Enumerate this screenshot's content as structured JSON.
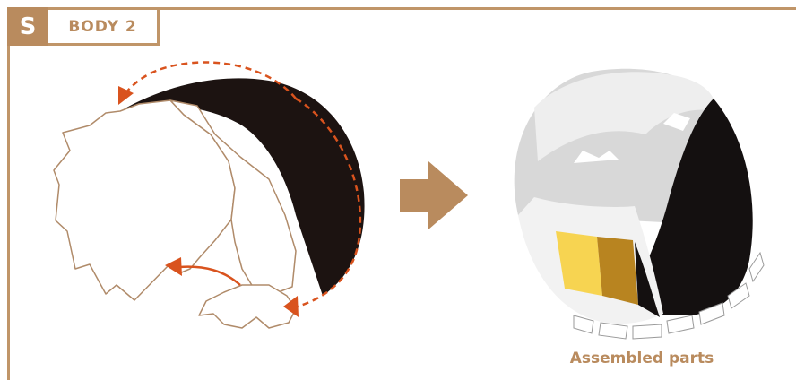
{
  "step": {
    "letter": "S",
    "title": "BODY 2"
  },
  "colors": {
    "accent": "#b98b5e",
    "arrow": "#d9531e",
    "panel_dark": "#1c1311",
    "outline": "#b08b6a"
  },
  "caption": "Assembled parts"
}
